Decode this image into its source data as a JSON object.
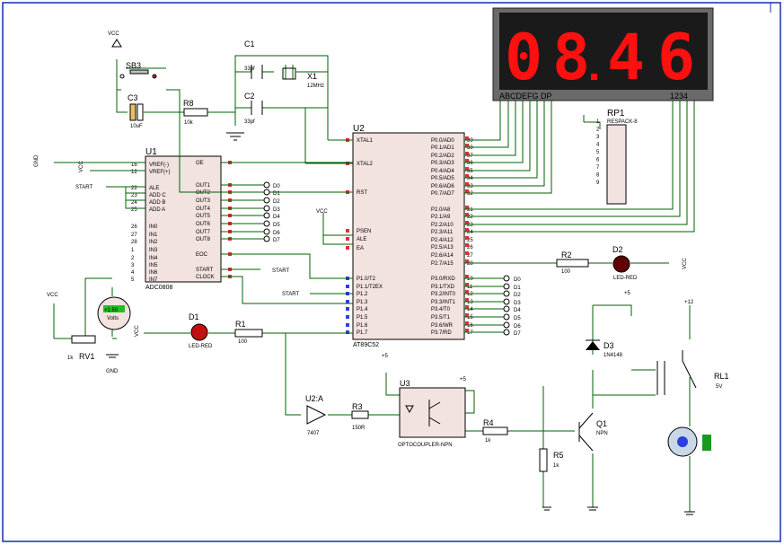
{
  "display": {
    "digits": [
      "0",
      "8",
      "4",
      "6"
    ],
    "seg_label": "ABCDEFG  DP",
    "com_label": "1234"
  },
  "parts": {
    "u1": {
      "ref": "U1",
      "name": "ADC0808",
      "left_pins": [
        "VREF(-)",
        "VREF(+)",
        "ALE",
        "ADD C",
        "ADD B",
        "ADD A",
        "IN0",
        "IN1",
        "IN2",
        "IN3",
        "IN4",
        "IN5",
        "IN6",
        "IN7"
      ],
      "left_nums": [
        "16",
        "12",
        "22",
        "23",
        "24",
        "25",
        "26",
        "27",
        "28",
        "1",
        "2",
        "3",
        "4",
        "5"
      ],
      "right_pins": [
        "OE",
        "OUT1",
        "OUT2",
        "OUT3",
        "OUT4",
        "OUT5",
        "OUT6",
        "OUT7",
        "OUT8",
        "EOC",
        "START",
        "CLOCK"
      ]
    },
    "u2": {
      "ref": "U2",
      "name": "AT89C52",
      "left_pins": [
        "XTAL1",
        "XTAL2",
        "RST",
        "PSEN",
        "ALE",
        "EA",
        "P1.0/T2",
        "P1.1/T2EX",
        "P1.2",
        "P1.3",
        "P1.4",
        "P1.5",
        "P1.6",
        "P1.7"
      ],
      "right_pins": [
        "P0.0/AD0",
        "P0.1/AD1",
        "P0.2/AD2",
        "P0.3/AD3",
        "P0.4/AD4",
        "P0.5/AD5",
        "P0.6/AD6",
        "P0.7/AD7",
        "P2.0/A8",
        "P2.1/A9",
        "P2.2/A10",
        "P2.3/A11",
        "P2.4/A12",
        "P2.5/A13",
        "P2.6/A14",
        "P2.7/A15",
        "P3.0/RXD",
        "P3.1/TXD",
        "P3.2/INT0",
        "P3.3/INT1",
        "P3.4/T0",
        "P3.5/T1",
        "P3.6/WR",
        "P3.7/RD"
      ],
      "right_nums": [
        "39",
        "38",
        "37",
        "36",
        "35",
        "34",
        "33",
        "32",
        "21",
        "22",
        "23",
        "24",
        "25",
        "26",
        "27",
        "28",
        "10",
        "11",
        "12",
        "13",
        "14",
        "15",
        "16",
        "17"
      ]
    },
    "rp1": {
      "ref": "RP1",
      "name": "RESPACK-8"
    },
    "c1": {
      "ref": "C1",
      "val": "33pf"
    },
    "c2": {
      "ref": "C2",
      "val": "33pf"
    },
    "x1": {
      "ref": "X1",
      "val": "12MHz"
    },
    "c3": {
      "ref": "C3",
      "val": "10uF"
    },
    "r8": {
      "ref": "R8",
      "val": "10k"
    },
    "sb3": {
      "ref": "SB3"
    },
    "r1": {
      "ref": "R1",
      "val": "100"
    },
    "r2": {
      "ref": "R2",
      "val": "100"
    },
    "r3": {
      "ref": "R3",
      "val": "150R"
    },
    "r4": {
      "ref": "R4",
      "val": "1k"
    },
    "r5": {
      "ref": "R5",
      "val": "1k"
    },
    "rv1": {
      "ref": "RV1",
      "val": "1k"
    },
    "d1": {
      "ref": "D1",
      "val": "LED-RED"
    },
    "d2": {
      "ref": "D2",
      "val": "LED-RED"
    },
    "d3": {
      "ref": "D3",
      "val": "1N4148"
    },
    "u2a": {
      "ref": "U2:A",
      "val": "7407"
    },
    "u3": {
      "ref": "U3",
      "val": "OPTOCOUPLER-NPN"
    },
    "q1": {
      "ref": "Q1",
      "val": "NPN"
    },
    "rl1": {
      "ref": "RL1",
      "val": "5V"
    },
    "meter": {
      "reading": "+2.50",
      "unit": "Volts"
    }
  },
  "labels": {
    "vcc": "VCC",
    "gnd": "GND",
    "start": "START",
    "plus5": "+5",
    "plus12": "+12",
    "d_outs": [
      "D0",
      "D1",
      "D2",
      "D3",
      "D4",
      "D5",
      "D6",
      "D7"
    ]
  }
}
